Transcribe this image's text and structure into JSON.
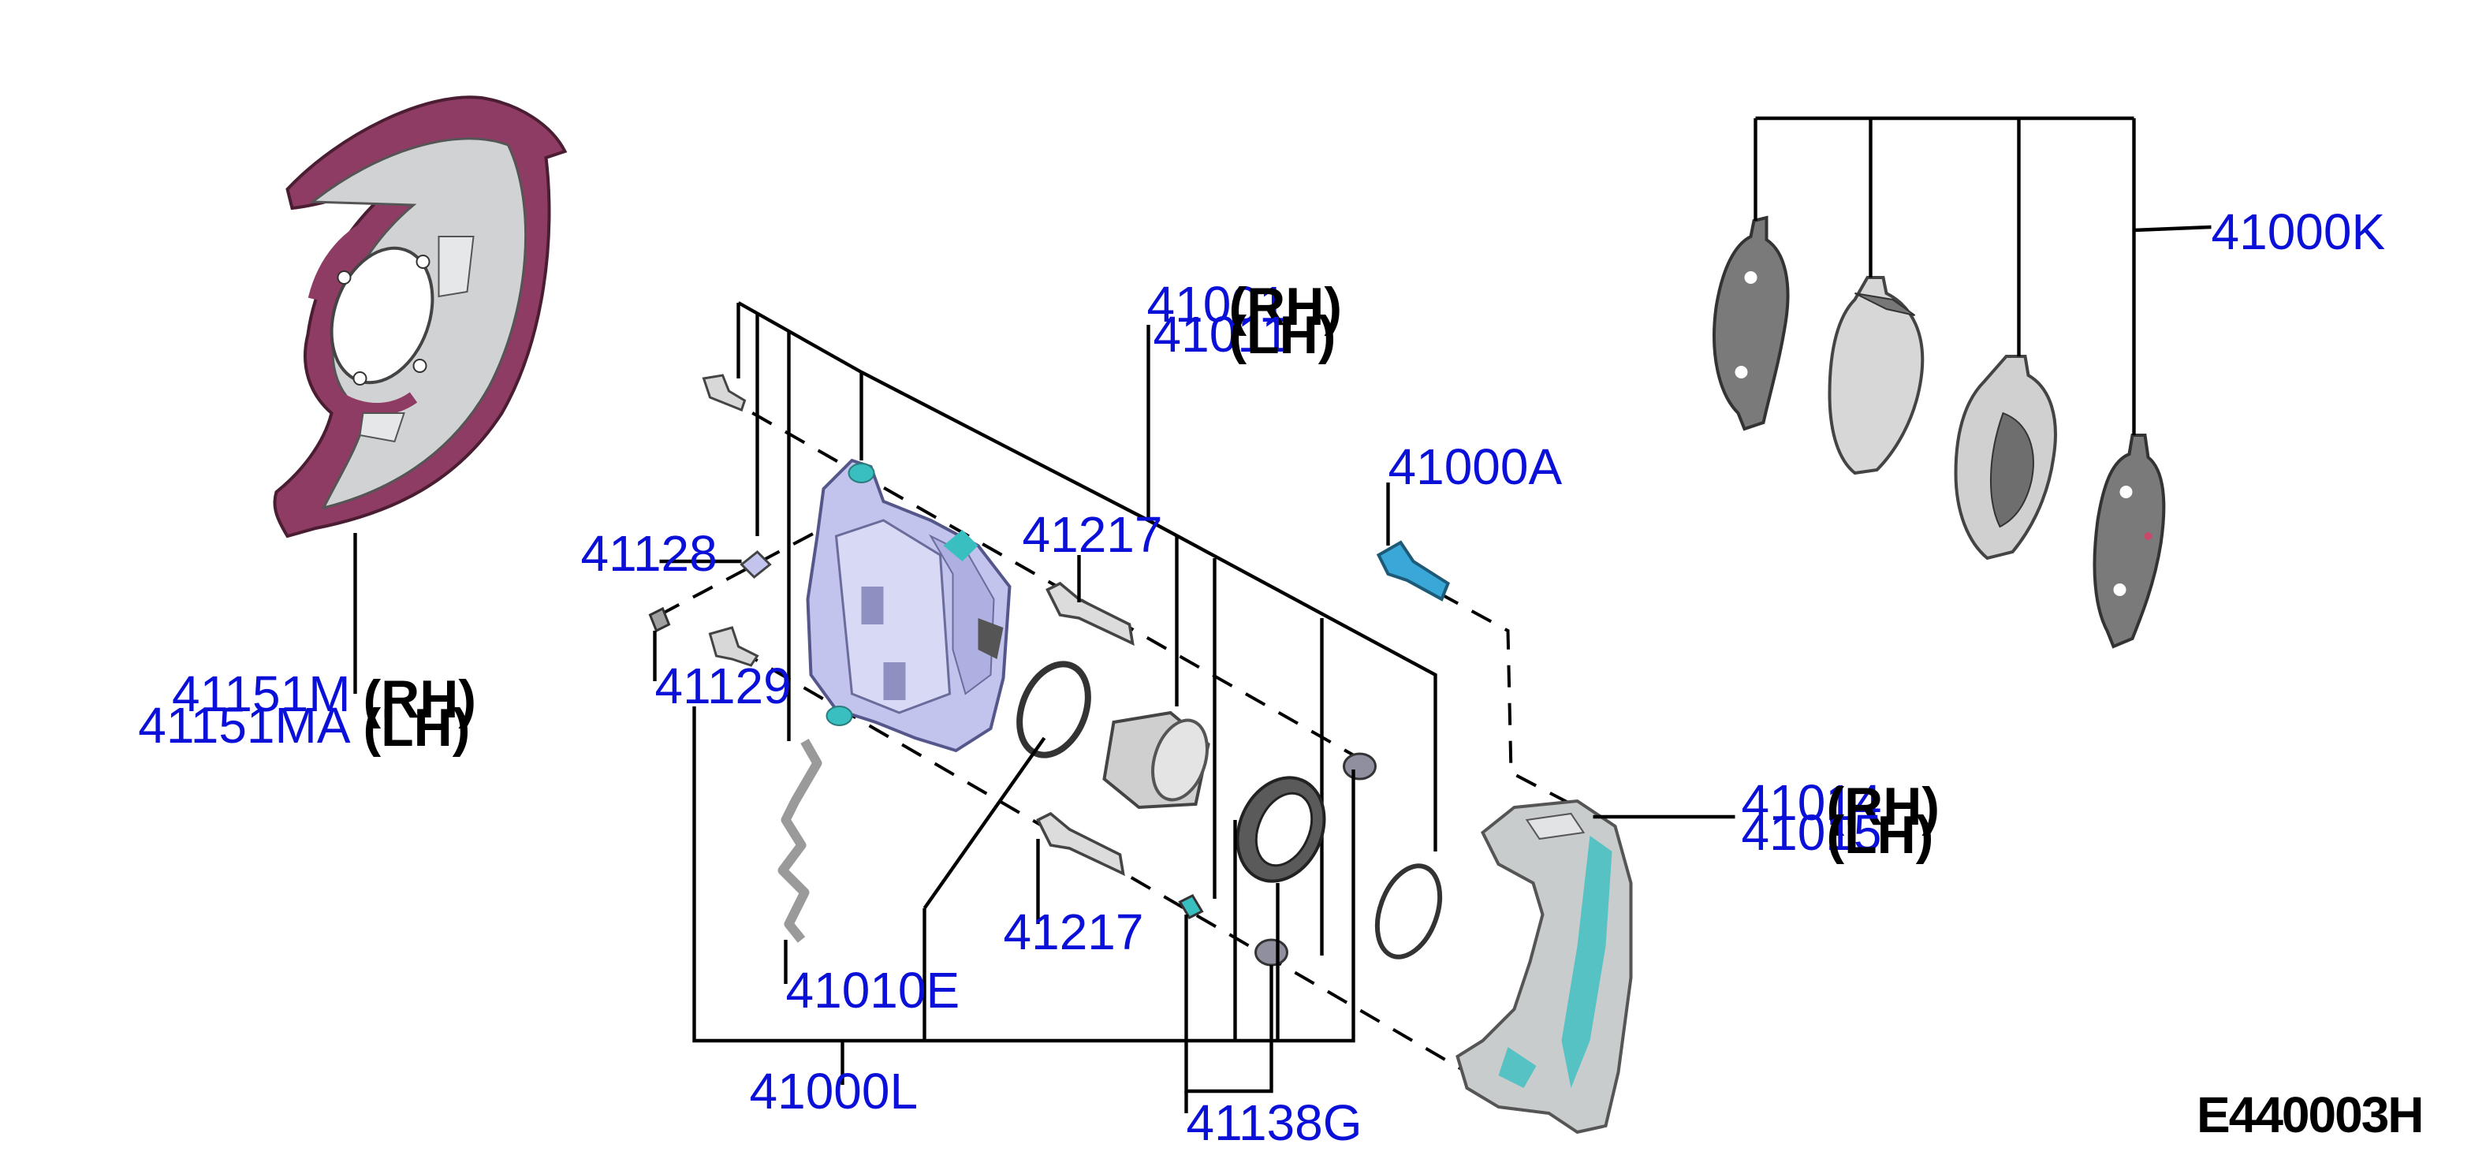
{
  "diagram_code": "E440003H",
  "colors": {
    "part_number": "#0a10d8",
    "dust_shield": "#8e3c63",
    "caliper_body": "#c2c4ee",
    "bracket": "#c9cccd",
    "accent_teal": "#39bfc0",
    "pad": "#7a7a7a"
  },
  "labels": {
    "shield_rh": {
      "pn": "41151M",
      "side": "(RH)"
    },
    "shield_lh": {
      "pn": "41151MA",
      "side": "(LH)"
    },
    "caliper_rh": {
      "pn": "41001",
      "side": "(RH)"
    },
    "caliper_lh": {
      "pn": "41011",
      "side": "(LH)"
    },
    "bolt": {
      "pn": "41000A"
    },
    "pads": {
      "pn": "41000K"
    },
    "bleeder": {
      "pn": "41128"
    },
    "cap": {
      "pn": "41129"
    },
    "pin_upper": {
      "pn": "41217"
    },
    "pin_lower": {
      "pn": "41217"
    },
    "bracket_rh": {
      "pn": "41014",
      "side": "(RH)"
    },
    "bracket_lh": {
      "pn": "41015",
      "side": "(LH)"
    },
    "spring": {
      "pn": "41010E"
    },
    "seal_kit": {
      "pn": "41000L"
    },
    "boot_kit": {
      "pn": "41138G"
    }
  }
}
